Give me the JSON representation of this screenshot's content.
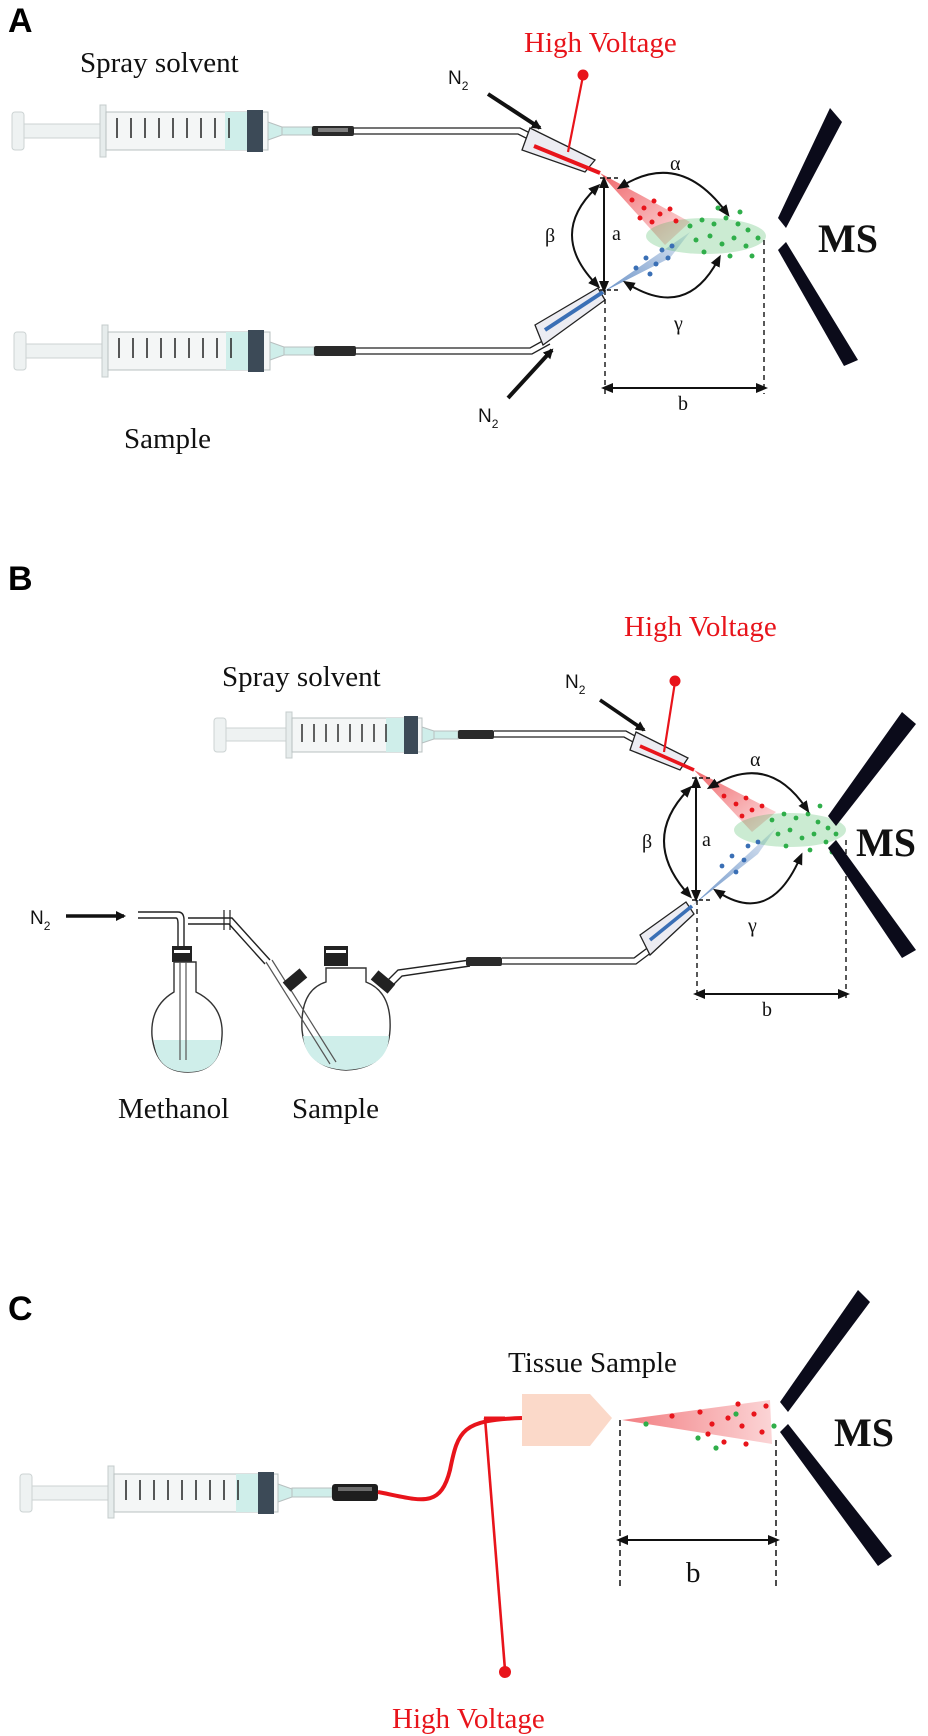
{
  "panelA": {
    "letter": "A",
    "spray_solvent": "Spray solvent",
    "sample": "Sample",
    "high_voltage": "High Voltage",
    "n2": "N",
    "n2_sub": "2",
    "ms": "MS",
    "alpha": "α",
    "beta": "β",
    "gamma": "γ",
    "a": "a",
    "b": "b"
  },
  "panelB": {
    "letter": "B",
    "spray_solvent": "Spray solvent",
    "high_voltage": "High Voltage",
    "n2": "N",
    "n2_sub": "2",
    "methanol": "Methanol",
    "sample": "Sample",
    "ms": "MS",
    "alpha": "α",
    "beta": "β",
    "gamma": "γ",
    "a": "a",
    "b": "b"
  },
  "panelC": {
    "letter": "C",
    "tissue_sample": "Tissue Sample",
    "high_voltage": "High Voltage",
    "ms": "MS",
    "b": "b"
  },
  "colors": {
    "red": "#e8141b",
    "blue": "#3a6fb5",
    "green": "#2fae4a",
    "liquid": "#cfeeea",
    "tissue": "#fbd9c9"
  }
}
